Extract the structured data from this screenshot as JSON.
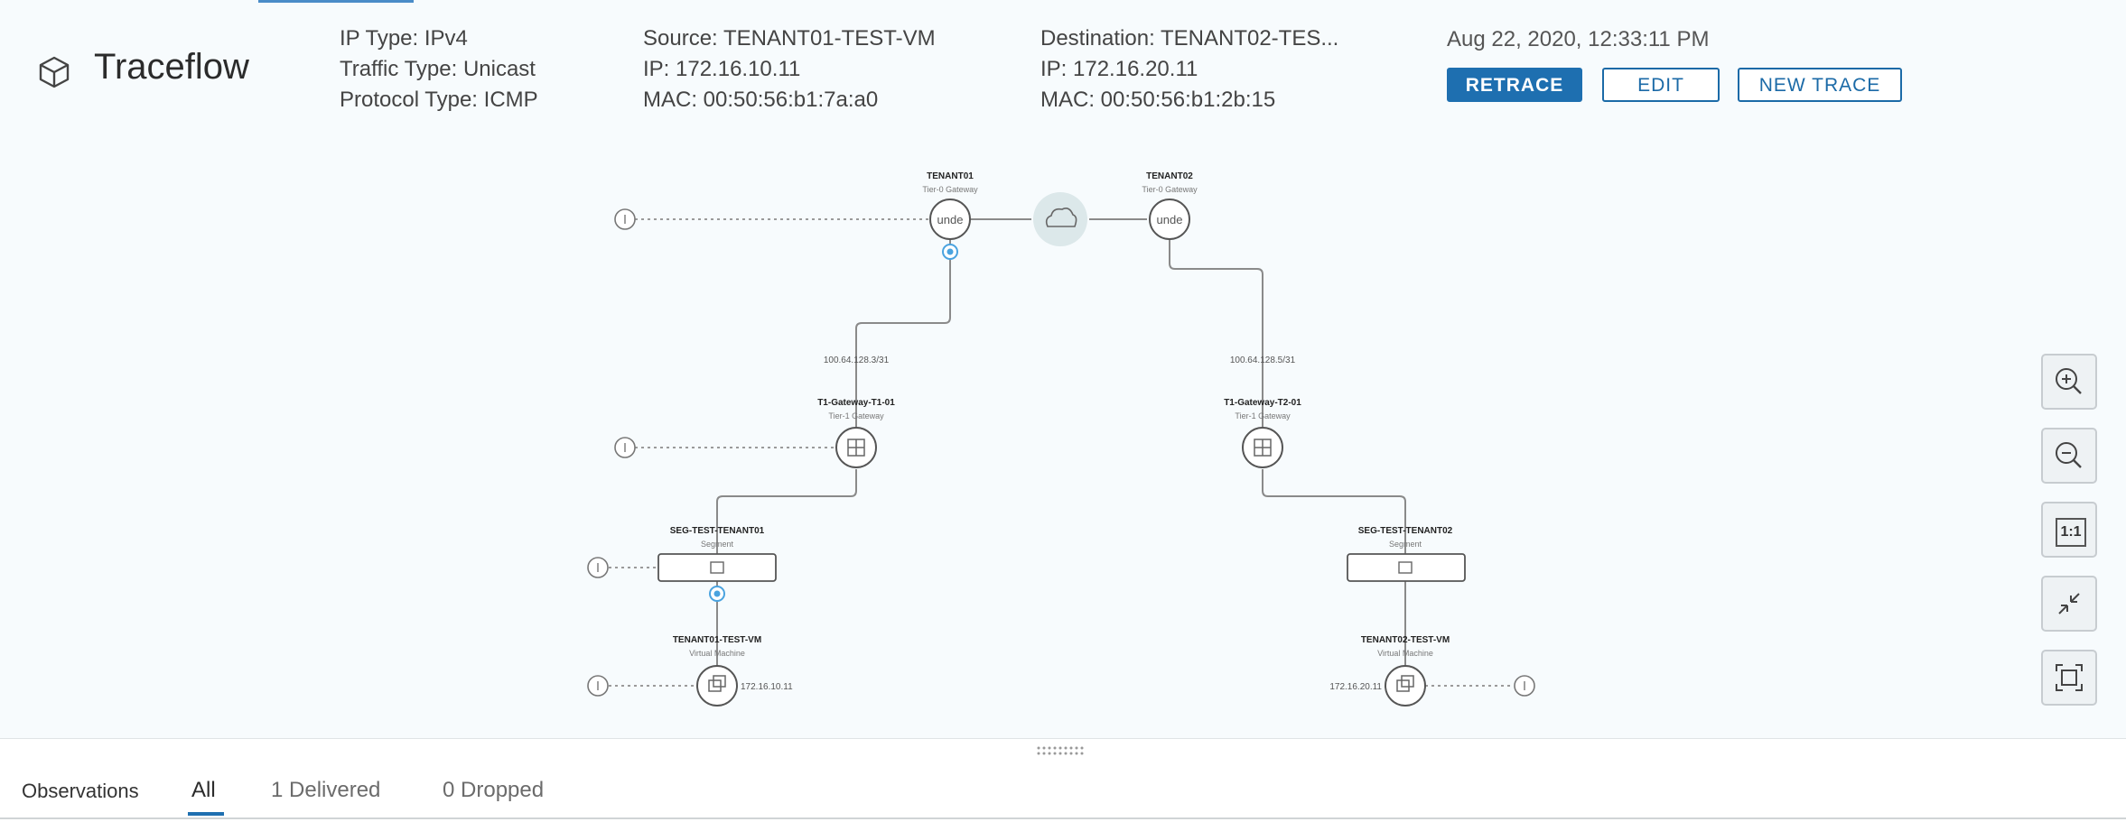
{
  "header": {
    "title": "Traceflow",
    "ip_type": "IP Type: IPv4",
    "traffic_type": "Traffic Type: Unicast",
    "protocol_type": "Protocol Type: ICMP",
    "source": "Source: TENANT01-TEST-VM",
    "source_ip": "IP: 172.16.10.11",
    "source_mac": "MAC: 00:50:56:b1:7a:a0",
    "destination": "Destination: TENANT02-TES...",
    "destination_ip": "IP: 172.16.20.11",
    "destination_mac": "MAC: 00:50:56:b1:2b:15",
    "timestamp": "Aug 22, 2020, 12:33:11 PM",
    "icon": "cube-icon"
  },
  "actions": {
    "retrace": "RETRACE",
    "edit": "EDIT",
    "new_trace": "NEW TRACE"
  },
  "topology": {
    "tenant01": {
      "name": "TENANT01",
      "type": "Tier-0 Gateway",
      "icon_text": "unde"
    },
    "tenant02": {
      "name": "TENANT02",
      "type": "Tier-0 Gateway",
      "icon_text": "unde"
    },
    "t1_gw_01": {
      "name": "T1-Gateway-T1-01",
      "type": "Tier-1 Gateway",
      "uplink": "100.64.128.3/31"
    },
    "t1_gw_02": {
      "name": "T1-Gateway-T2-01",
      "type": "Tier-1 Gateway",
      "uplink": "100.64.128.5/31"
    },
    "seg_01": {
      "name": "SEG-TEST-TENANT01",
      "type": "Segment"
    },
    "seg_02": {
      "name": "SEG-TEST-TENANT02",
      "type": "Segment"
    },
    "vm_01": {
      "name": "TENANT01-TEST-VM",
      "type": "Virtual Machine",
      "ip": "172.16.10.11"
    },
    "vm_02": {
      "name": "TENANT02-TEST-VM",
      "type": "Virtual Machine",
      "ip": "172.16.20.11"
    }
  },
  "zoom_controls": {
    "zoom_in": "zoom-in-icon",
    "zoom_out": "zoom-out-icon",
    "fit_1_1": "1:1",
    "collapse": "collapse-icon",
    "fit_screen": "fit-screen-icon"
  },
  "observations": {
    "label": "Observations",
    "tabs": [
      "All",
      "1 Delivered",
      "0 Dropped"
    ],
    "active_tab": "All"
  },
  "colors": {
    "primary": "#1e6fb0",
    "path_highlight": "#4aa3df",
    "background": "#f7fbfd"
  }
}
